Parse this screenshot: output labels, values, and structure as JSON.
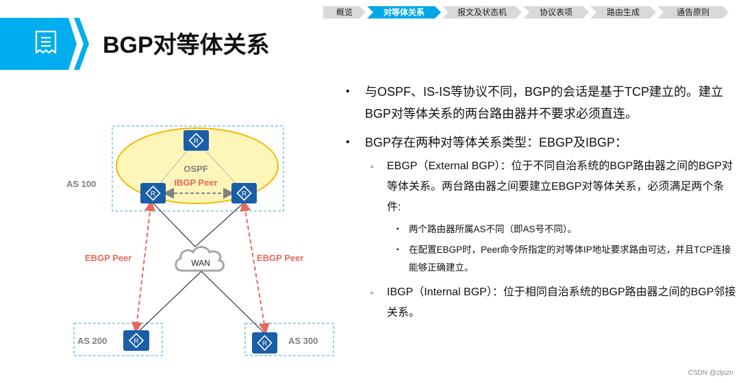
{
  "nav": {
    "items": [
      {
        "label": "概览",
        "active": false
      },
      {
        "label": "对等体关系",
        "active": true
      },
      {
        "label": "报文及状态机",
        "active": false
      },
      {
        "label": "协议表项",
        "active": false
      },
      {
        "label": "路由生成",
        "active": false
      },
      {
        "label": "通告原则",
        "active": false
      }
    ]
  },
  "header": {
    "icon": "document-icon",
    "title": "BGP对等体关系"
  },
  "diagram": {
    "as100_label": "AS 100",
    "as200_label": "AS 200",
    "as300_label": "AS 300",
    "ospf_label": "OSPF",
    "ibgp_label": "IBGP Peer",
    "ebgp_left_label": "EBGP Peer",
    "ebgp_right_label": "EBGP Peer",
    "wan_label": "WAN",
    "router_glyph": "R",
    "colors": {
      "router": "#1a5ea8",
      "as_border": "#2aa7d8",
      "ospf_fill": "#fdf6b8",
      "ospf_border": "#f5b800",
      "peer_text": "#e8675a",
      "ibgp_arrow": "#808080",
      "label_gray": "#7f7f7f"
    }
  },
  "content": {
    "bullets": [
      {
        "text": "与OSPF、IS-IS等协议不同，BGP的会话是基于TCP建立的。建立BGP对等体关系的两台路由器并不要求必须直连。"
      },
      {
        "text": "BGP存在两种对等体关系类型：EBGP及IBGP："
      }
    ],
    "ebgp": {
      "text": "EBGP（External BGP）：位于不同自治系统的BGP路由器之间的BGP对等体关系。两台路由器之间要建立EBGP对等体关系，必须满足两个条件:",
      "conditions": [
        "两个路由器所属AS不同（即AS号不同）。",
        "在配置EBGP时，Peer命令所指定的对等体IP地址要求路由可达，并且TCP连接能够正确建立。"
      ]
    },
    "ibgp": {
      "text": "IBGP（Internal BGP）：位于相同自治系统的BGP路由器之间的BGP邻接关系。"
    },
    "bullet_symbols": {
      "level1": "•",
      "level2": "▫",
      "level3": "▪"
    }
  },
  "watermark": "CSDN @zljszn"
}
